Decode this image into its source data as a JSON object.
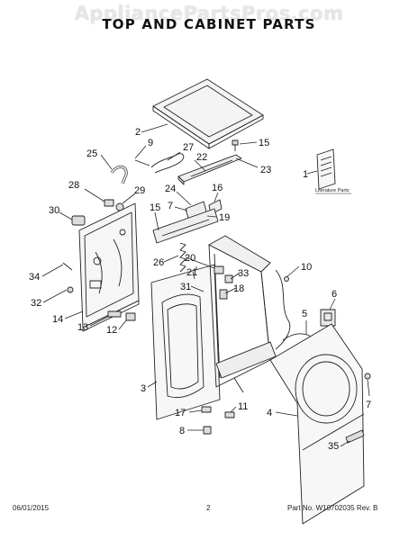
{
  "watermark": "AppliancePartsPros.com",
  "title": "TOP AND CABINET PARTS",
  "literature_label": "Literature Parts",
  "callouts": [
    "1",
    "2",
    "9",
    "27",
    "25",
    "22",
    "15",
    "23",
    "28",
    "29",
    "24",
    "7",
    "16",
    "30",
    "15",
    "19",
    "20",
    "26",
    "33",
    "21",
    "18",
    "10",
    "34",
    "31",
    "6",
    "32",
    "5",
    "14",
    "13",
    "12",
    "3",
    "4",
    "17",
    "11",
    "8",
    "7",
    "35"
  ],
  "footer": {
    "date": "06/01/2015",
    "page": "2",
    "part_no": "Part No. W10702035 Rev. B"
  }
}
